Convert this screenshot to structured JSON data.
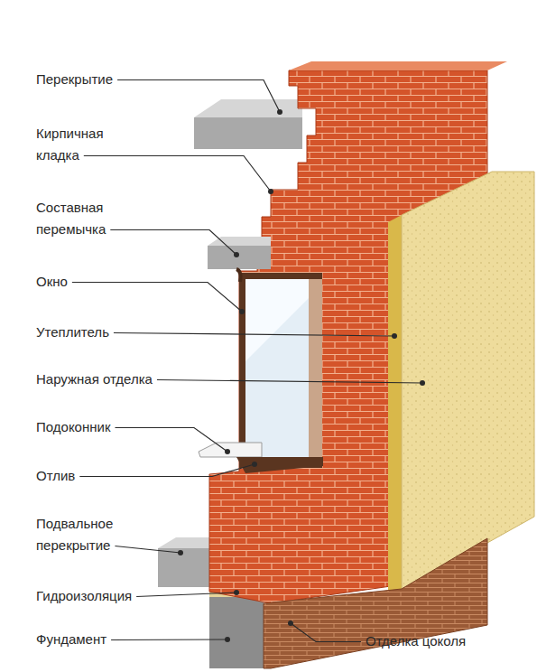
{
  "diagram": {
    "labels": [
      "Перекрытие",
      "Кирпичная кладка",
      "Составная перемычка",
      "Окно",
      "Утеплитель",
      "Наружная отделка",
      "Подоконник",
      "Отлив",
      "Подвальное перекрытие",
      "Гидроизоляция",
      "Фундамент",
      "Отделка цоколя"
    ]
  }
}
